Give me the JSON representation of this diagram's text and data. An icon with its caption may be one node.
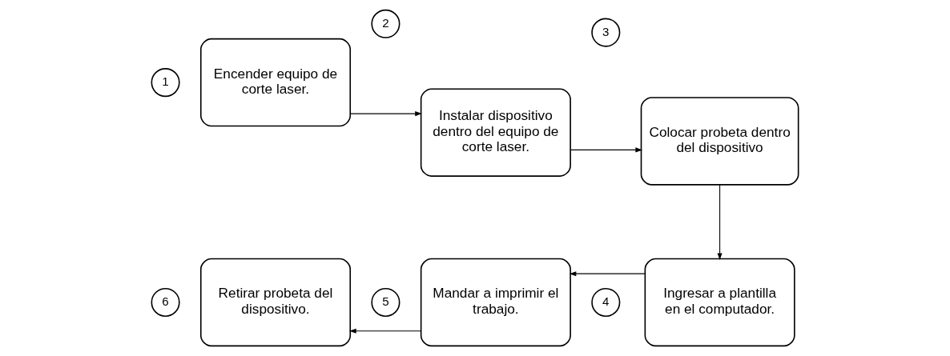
{
  "diagram": {
    "nodes": [
      {
        "text": [
          "1"
        ]
      },
      {
        "text": [
          "Encender equipo de corte laser."
        ]
      },
      {
        "text": [
          "2"
        ]
      },
      {
        "text": [
          "Instalar dispositivo dentro del equipo de corte laser."
        ]
      },
      {
        "text": [
          "3"
        ]
      },
      {
        "text": [
          "Colocar probeta dentro del dispositivo"
        ]
      },
      {
        "text": [
          "6"
        ]
      },
      {
        "text": [
          "Retirar probeta del dispositivo."
        ]
      },
      {
        "text": [
          "5"
        ]
      },
      {
        "text": [
          "Mandar a imprimir el trabajo."
        ]
      },
      {
        "text": [
          "4"
        ]
      },
      {
        "text": [
          "Ingresar a plantilla en el computador."
        ]
      }
    ],
    "edges": [
      {
        "from": 1,
        "to": 3,
        "arrow": "to"
      },
      {
        "from": 3,
        "to": 5,
        "arrow": "to"
      },
      {
        "from": 5,
        "to": 11,
        "arrow": "to"
      },
      {
        "from": 11,
        "to": 9,
        "arrow": "to"
      },
      {
        "from": 9,
        "to": 7,
        "arrow": "to"
      }
    ]
  }
}
